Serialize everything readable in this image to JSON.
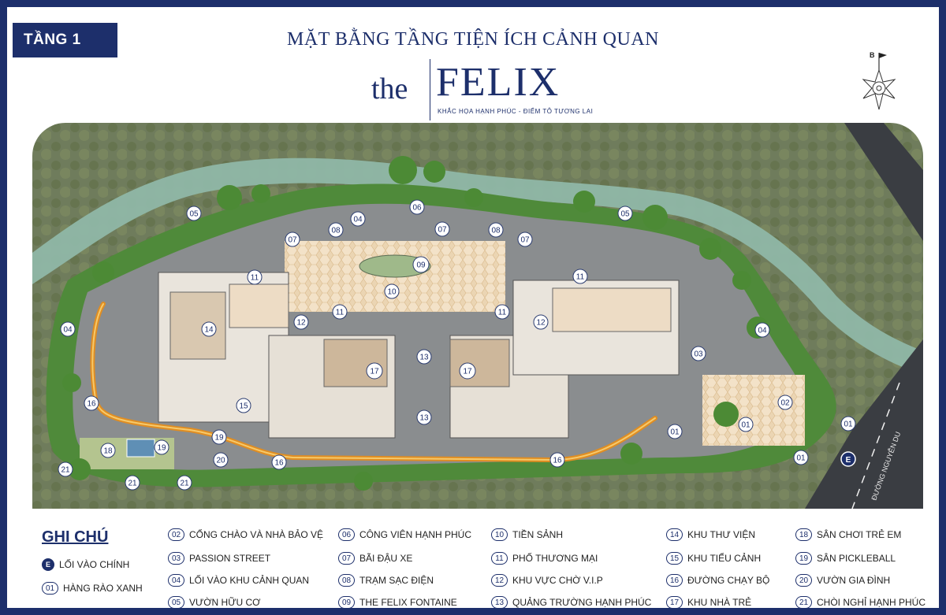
{
  "floor_label": "TẦNG 1",
  "title": "MẶT BẰNG TẦNG TIỆN ÍCH CẢNH QUAN",
  "logo": {
    "the": "the",
    "name": "FELIX",
    "tagline": "KHẮC HỌA HẠNH PHÚC - ĐIỂM TÔ TƯƠNG LAI"
  },
  "compass_letter": "B",
  "road_label": "ĐƯỜNG NGUYỄN DU",
  "entrance_marker": "E",
  "map_labels": [
    "01",
    "01",
    "01",
    "01",
    "02",
    "03",
    "04",
    "04",
    "04",
    "05",
    "05",
    "06",
    "07",
    "07",
    "07",
    "08",
    "08",
    "09",
    "10",
    "11",
    "11",
    "11",
    "11",
    "12",
    "12",
    "13",
    "13",
    "14",
    "15",
    "16",
    "16",
    "16",
    "17",
    "17",
    "18",
    "19",
    "19",
    "20",
    "21",
    "21",
    "21"
  ],
  "legend": {
    "title": "GHI CHÚ",
    "main_entry": {
      "code": "E",
      "label": "LỐI VÀO CHÍNH"
    },
    "items": [
      {
        "code": "01",
        "label": "HÀNG RÀO XANH"
      },
      {
        "code": "02",
        "label": "CỔNG CHÀO VÀ NHÀ BẢO VỆ"
      },
      {
        "code": "03",
        "label": "PASSION STREET"
      },
      {
        "code": "04",
        "label": "LỐI VÀO KHU CẢNH QUAN"
      },
      {
        "code": "05",
        "label": "VƯỜN HỮU CƠ"
      },
      {
        "code": "06",
        "label": "CÔNG VIÊN HẠNH PHÚC"
      },
      {
        "code": "07",
        "label": "BÃI ĐẬU XE"
      },
      {
        "code": "08",
        "label": "TRẠM SẠC ĐIỆN"
      },
      {
        "code": "09",
        "label": "THE FELIX FONTAINE"
      },
      {
        "code": "10",
        "label": "TIỀN SẢNH"
      },
      {
        "code": "11",
        "label": "PHỐ THƯƠNG MẠI"
      },
      {
        "code": "12",
        "label": "KHU VỰC CHỜ V.I.P"
      },
      {
        "code": "13",
        "label": "QUẢNG TRƯỜNG HẠNH PHÚC"
      },
      {
        "code": "14",
        "label": "KHU THƯ VIỆN"
      },
      {
        "code": "15",
        "label": "KHU TIỂU CẢNH"
      },
      {
        "code": "16",
        "label": "ĐƯỜNG CHẠY BỘ"
      },
      {
        "code": "17",
        "label": "KHU NHÀ TRẺ"
      },
      {
        "code": "18",
        "label": "SÂN CHƠI TRẺ EM"
      },
      {
        "code": "19",
        "label": "SÂN PICKLEBALL"
      },
      {
        "code": "20",
        "label": "VƯỜN GIA ĐÌNH"
      },
      {
        "code": "21",
        "label": "CHÒI NGHỈ HẠNH PHÚC"
      }
    ]
  }
}
